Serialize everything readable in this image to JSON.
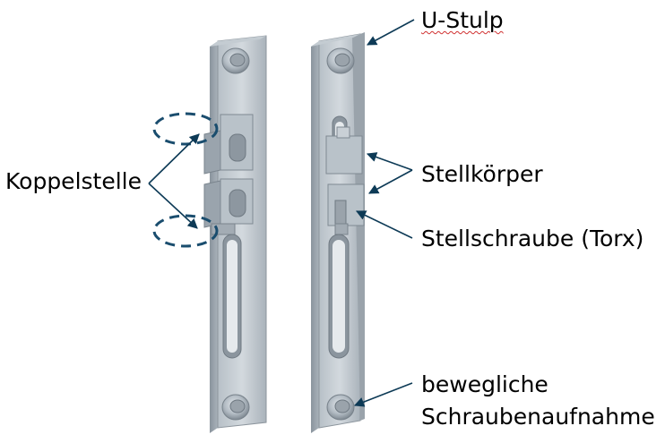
{
  "labels": {
    "u_stulp": "U-Stulp",
    "koppelstelle": "Koppelstelle",
    "stellkoerper": "Stellkörper",
    "stellschraube": "Stellschraube (Torx)",
    "bewegliche_line1": "bewegliche",
    "bewegliche_line2": "Schraubenaufnahme"
  },
  "colors": {
    "metal_light": "#c9d0d6",
    "metal_mid": "#a7b0b8",
    "metal_dark": "#7d8790",
    "arrow": "#0d3a56",
    "dashed_ellipse": "#1a4d6e",
    "spellcheck_underline": "#d03030"
  }
}
